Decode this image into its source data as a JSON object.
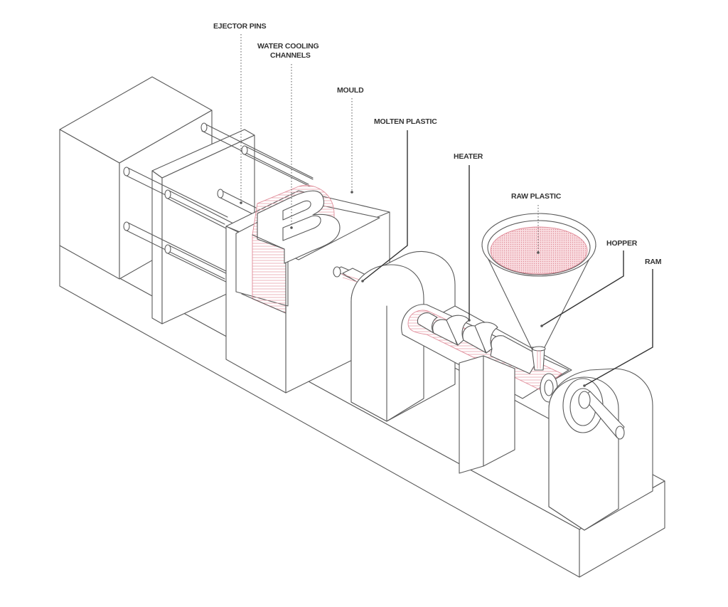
{
  "diagram": {
    "labels": {
      "ejector_pins": "EJECTOR PINS",
      "water_cooling_1": "WATER COOLING",
      "water_cooling_2": "CHANNELS",
      "mould": "MOULD",
      "molten_plastic": "MOLTEN PLASTIC",
      "heater": "HEATER",
      "raw_plastic": "RAW PLASTIC",
      "hopper": "HOPPER",
      "ram": "RAM"
    },
    "colors": {
      "line": "#5a5a5a",
      "plastic": "#e7a3ad",
      "background": "#ffffff"
    }
  }
}
